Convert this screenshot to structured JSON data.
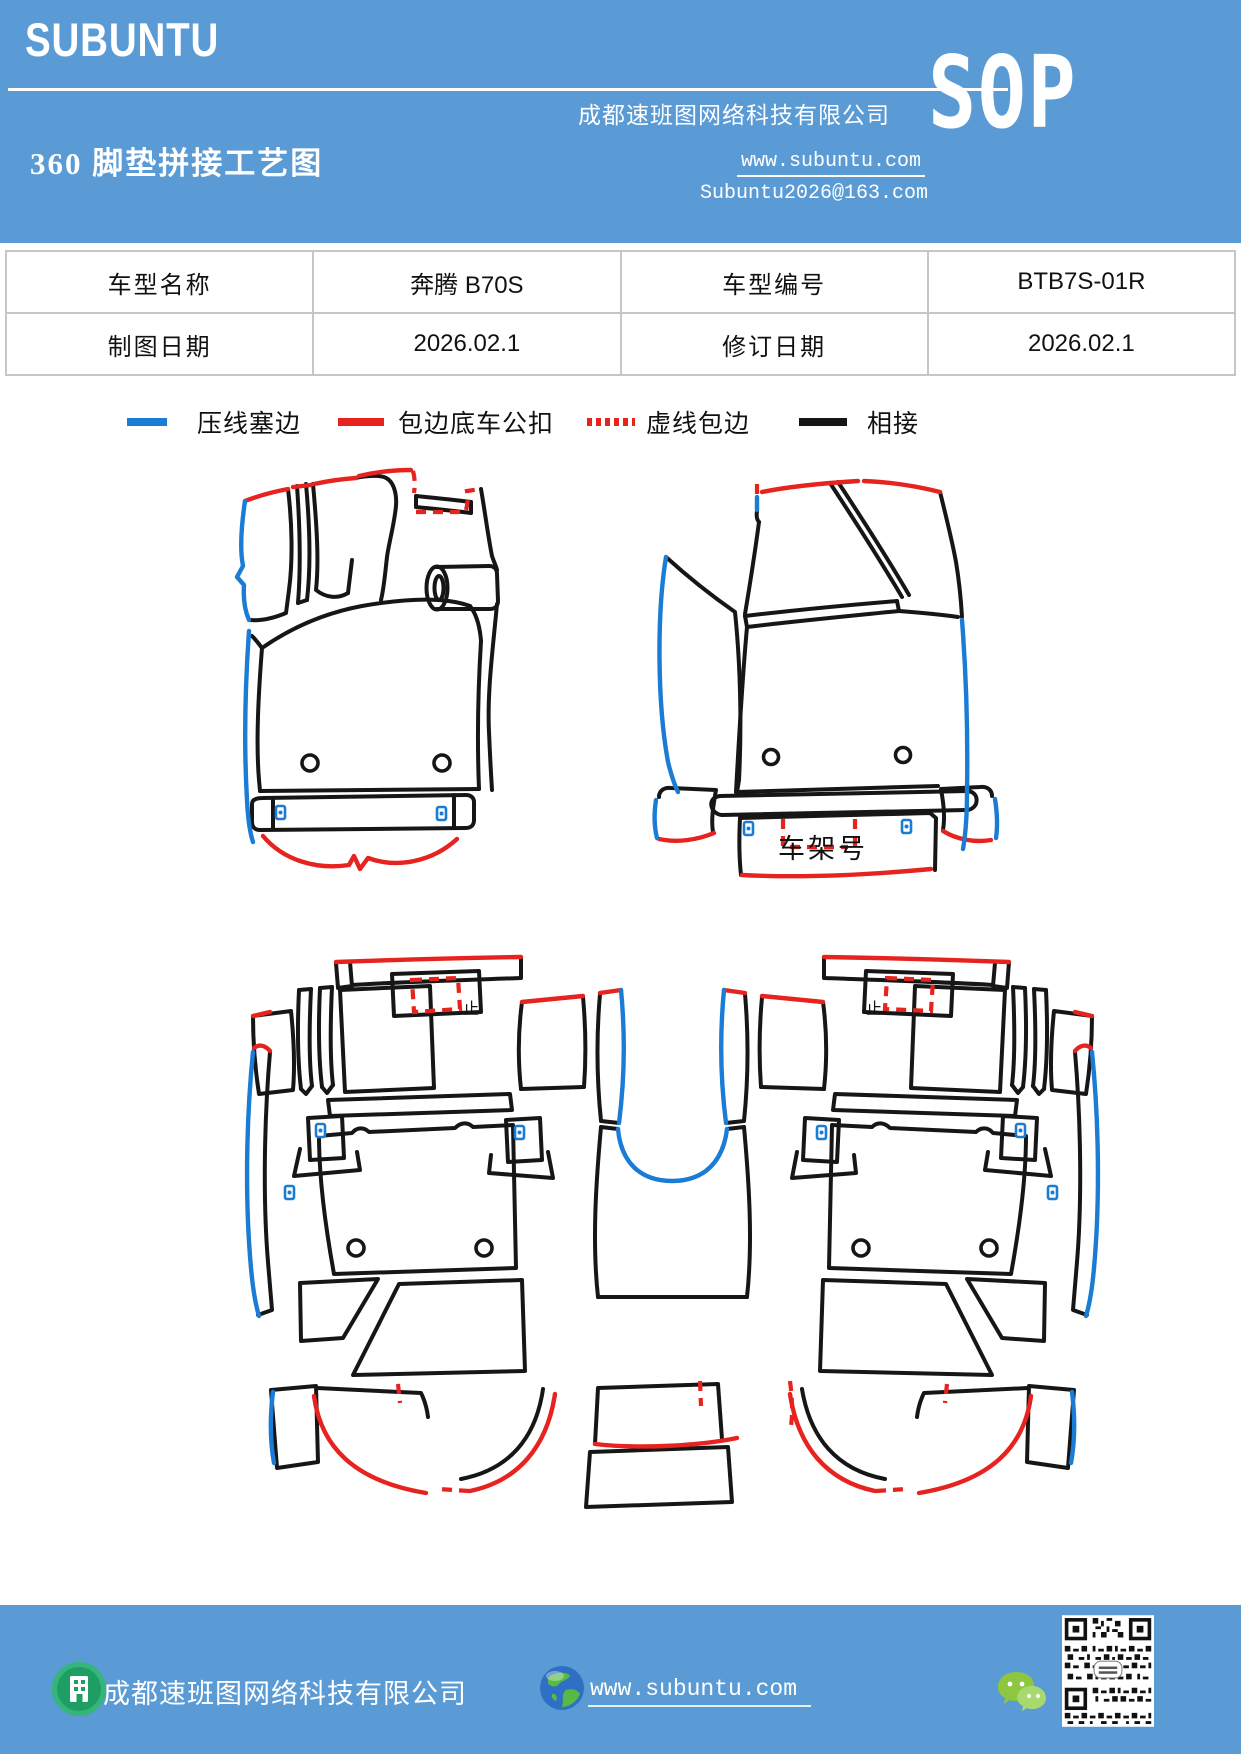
{
  "header": {
    "brand": "SUBUNTU",
    "company": "成都速班图网络科技有限公司",
    "title": "360 脚垫拼接工艺图",
    "website": "www.subuntu.com",
    "email": "Subuntu2026@163.com",
    "sop": "SOP"
  },
  "info_table": {
    "rows": [
      [
        "车型名称",
        "奔腾 B70S",
        "车型编号",
        "BTB7S-01R"
      ],
      [
        "制图日期",
        "2026.02.1",
        "修订日期",
        "2026.02.1"
      ]
    ]
  },
  "legend": {
    "items": [
      {
        "label": "压线塞边",
        "style": "solid",
        "color": "#1B7CD6"
      },
      {
        "label": "包边底车公扣",
        "style": "solid",
        "color": "#E6231E"
      },
      {
        "label": "虚线包边",
        "style": "dashed",
        "color": "#E6231E"
      },
      {
        "label": "相接",
        "style": "solid",
        "color": "#161616"
      }
    ]
  },
  "diagram": {
    "frame_label": "车架号",
    "stop_mark": "止"
  },
  "footer": {
    "company": "成都速班图网络科技有限公司",
    "website": "www.subuntu.com"
  },
  "colors": {
    "band_blue": "#5B9BD5",
    "line_blue": "#1B7CD6",
    "line_red": "#E6231E",
    "line_black": "#161616"
  }
}
